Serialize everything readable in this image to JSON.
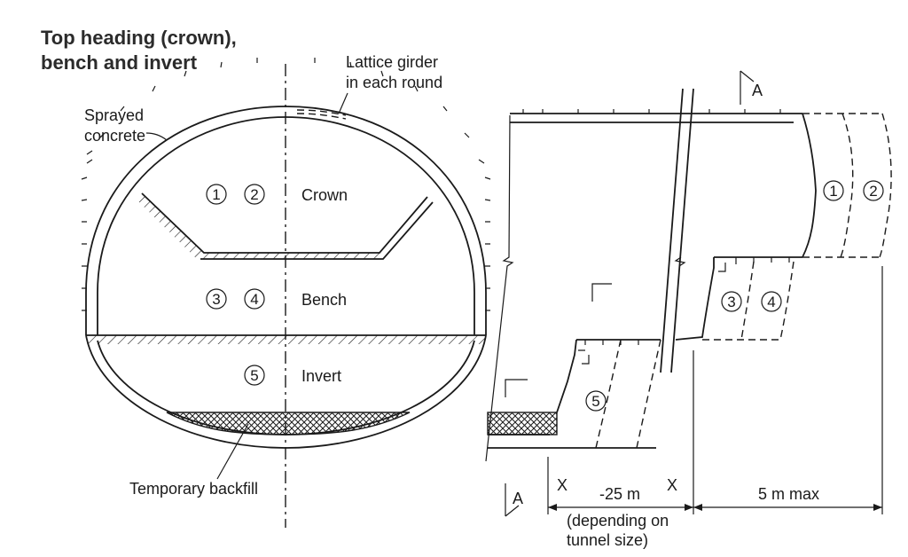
{
  "title": {
    "line1": "Top heading (crown),",
    "line2": "bench and invert"
  },
  "cross_section": {
    "sprayed_concrete_label": [
      "Sprayed",
      "concrete"
    ],
    "lattice_girder_label": [
      "Lattice girder",
      "in each round"
    ],
    "temporary_backfill_label": "Temporary backfill",
    "stages": [
      {
        "numbers": [
          "1",
          "2"
        ],
        "label": "Crown"
      },
      {
        "numbers": [
          "3",
          "4"
        ],
        "label": "Bench"
      },
      {
        "numbers": [
          "5"
        ],
        "label": "Invert"
      }
    ]
  },
  "longitudinal_section": {
    "section_marker": "A",
    "section_marker_bottom": "A",
    "stage_numbers": [
      "1",
      "2",
      "3",
      "4",
      "5"
    ],
    "dim_left": {
      "x_left": "X",
      "x_right": "X",
      "value": "-25 m",
      "note": [
        "(depending on",
        "tunnel size)"
      ]
    },
    "dim_right": {
      "value": "5 m max"
    }
  }
}
